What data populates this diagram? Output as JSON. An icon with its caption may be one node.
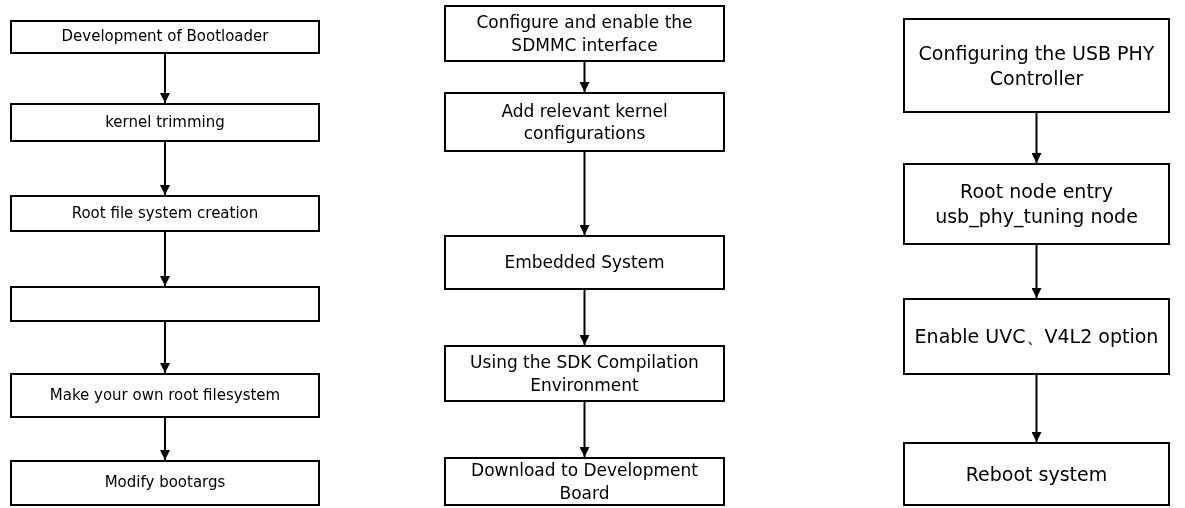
{
  "diagram": {
    "nodes": [
      {
        "text": [
          "Development of Bootloader"
        ]
      },
      {
        "text": [
          "kernel trimming"
        ]
      },
      {
        "text": [
          "Root file system creation"
        ]
      },
      {
        "text": [],
        "shape": "box"
      },
      {
        "text": [
          "Make your own root filesystem"
        ]
      },
      {
        "text": [
          "Modify bootargs"
        ]
      },
      {
        "text": [
          "Configure and enable the SDMMC interface"
        ]
      },
      {
        "text": [
          "Add relevant kernel configurations"
        ]
      },
      {
        "text": [
          "Embedded System"
        ]
      },
      {
        "text": [
          "Using the SDK Compilation Environment"
        ]
      },
      {
        "text": [
          "Download to Development Board"
        ]
      },
      {
        "text": [
          "Configuring the USB PHY Controller"
        ]
      },
      {
        "text": [
          "Root node entry usb_phy_tuning node"
        ]
      },
      {
        "text": [
          "Enable UVC、V4L2 option"
        ]
      },
      {
        "text": [
          "Reboot system"
        ]
      }
    ],
    "edges": [
      {
        "from": 0,
        "to": 1,
        "arrow": "to"
      },
      {
        "from": 1,
        "to": 2,
        "arrow": "to"
      },
      {
        "from": 2,
        "to": 3,
        "arrow": "to"
      },
      {
        "from": 3,
        "to": 4,
        "arrow": "to"
      },
      {
        "from": 4,
        "to": 5,
        "arrow": "to"
      },
      {
        "from": 6,
        "to": 7,
        "arrow": "to"
      },
      {
        "from": 7,
        "to": 8,
        "arrow": "to"
      },
      {
        "from": 8,
        "to": 9,
        "arrow": "to"
      },
      {
        "from": 9,
        "to": 10,
        "arrow": "to"
      },
      {
        "from": 11,
        "to": 12,
        "arrow": "to"
      },
      {
        "from": 12,
        "to": 13,
        "arrow": "to"
      },
      {
        "from": 13,
        "to": 14,
        "arrow": "to"
      }
    ]
  }
}
